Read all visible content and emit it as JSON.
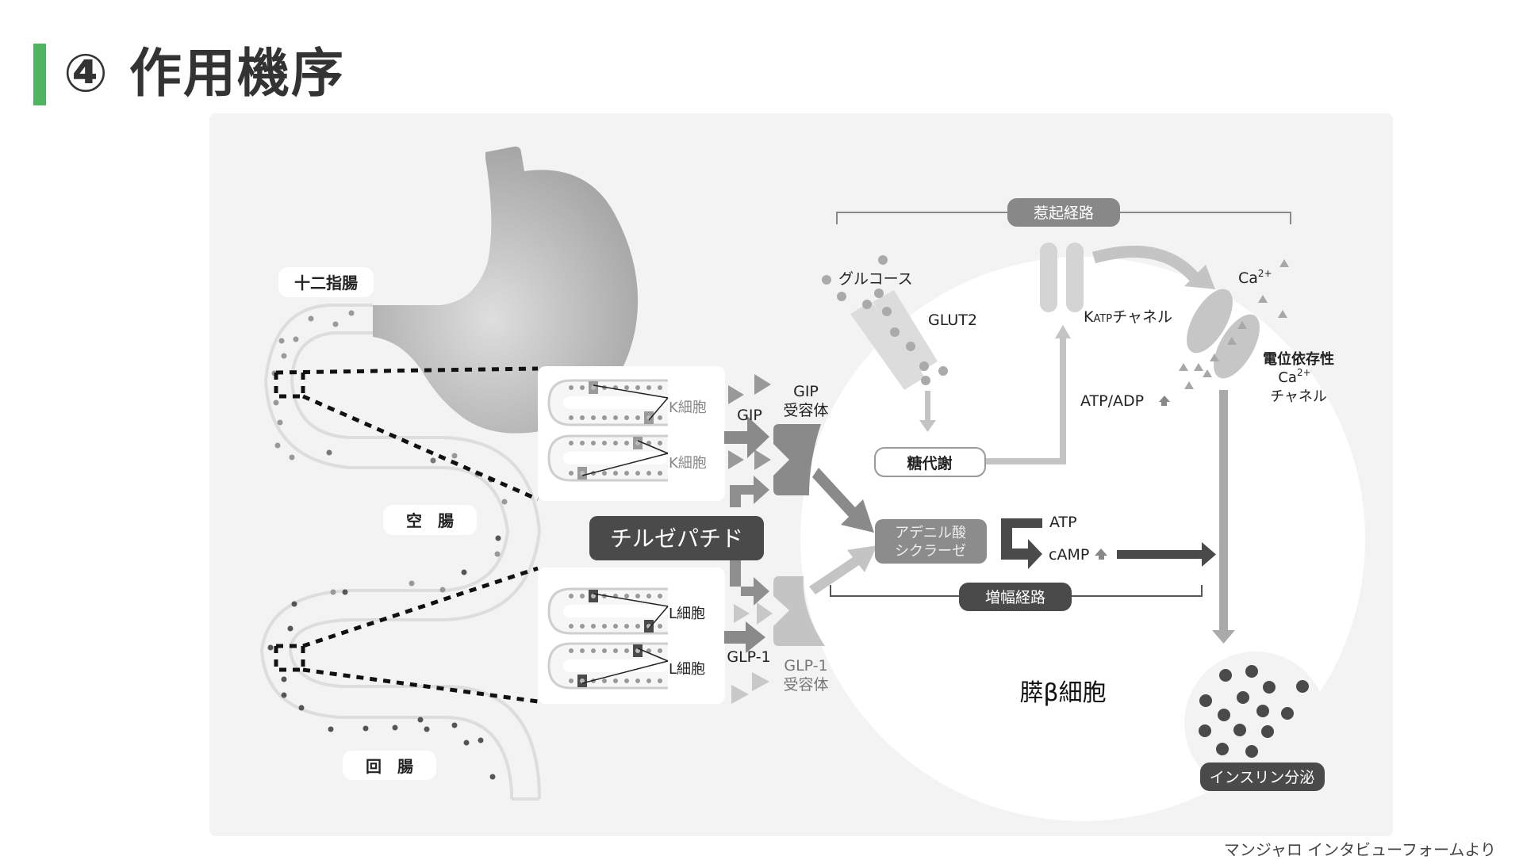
{
  "header": {
    "title": "④ 作用機序",
    "accent_color": "#4fb35f"
  },
  "source_note": "マンジャロ インタビューフォームより",
  "intestine": {
    "labels": {
      "duodenum": "十二指腸",
      "jejunum": "空　腸",
      "ileum": "回　腸"
    }
  },
  "cells": {
    "k_cell": "K細胞",
    "l_cell": "L細胞"
  },
  "drug": {
    "name": "チルゼパチド",
    "color": "#4a4a4a"
  },
  "hormones": {
    "gip": "GIP",
    "glp1": "GLP-1",
    "gip_receptor_line1": "GIP",
    "gip_receptor_line2": "受容体",
    "glp1_receptor_line1": "GLP-1",
    "glp1_receptor_line2": "受容体"
  },
  "beta_cell": {
    "label": "膵β細胞",
    "glucose": "グルコース",
    "glut2": "GLUT2",
    "katp_prefix": "K",
    "katp_sub": "ATP",
    "katp_suffix": "チャネル",
    "atp_adp": "ATP/ADP",
    "sugar_metabolism": "糖代謝",
    "adenylate_cyclase_line1": "アデニル酸",
    "adenylate_cyclase_line2": "シクラーゼ",
    "atp": "ATP",
    "camp": "cAMP",
    "ca": "Ca",
    "ca_charge": "2+",
    "vdcc_line1": "電位依存性",
    "vdcc_line3": "チャネル",
    "insulin_secretion": "インスリン分泌"
  },
  "pathways": {
    "triggering": "惹起経路",
    "amplifying": "増幅経路"
  }
}
